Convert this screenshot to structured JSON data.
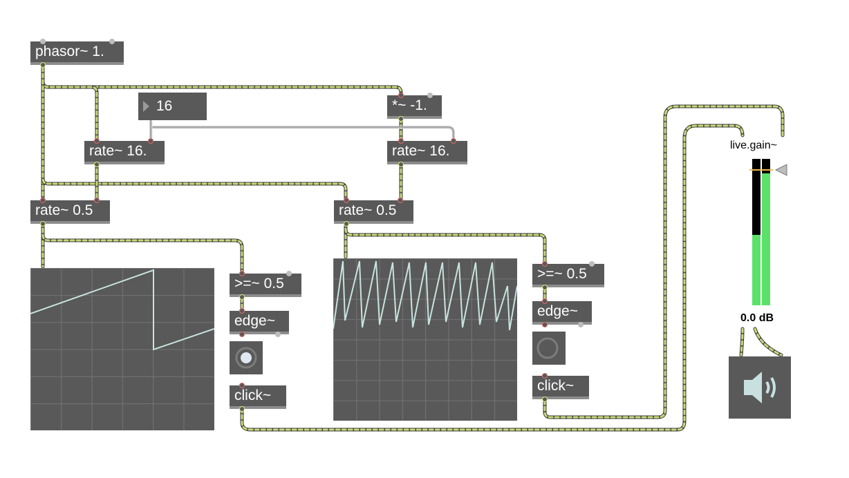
{
  "app": "Max patcher",
  "objects": {
    "phasor": "phasor~ 1.",
    "number_box": "16",
    "mult": "*~ -1.",
    "rate_left_top": "rate~ 16.",
    "rate_right_top": "rate~ 16.",
    "rate_left_mid": "rate~ 0.5",
    "rate_right_mid": "rate~ 0.5",
    "compare_left": ">=~ 0.5",
    "compare_right": ">=~ 0.5",
    "edge_left": "edge~",
    "edge_right": "edge~",
    "click_left": "click~",
    "click_right": "click~"
  },
  "live_gain": {
    "label": "live.gain~",
    "value": "0.0 dB",
    "level_left": 0.48,
    "level_right": 0.9
  },
  "colors": {
    "object_bg": "#595959",
    "signal_cord": "#c7d97a",
    "control_cord": "#a8a8a8",
    "meter_green": "#5be16a",
    "scope_trace": "#c8e4e0"
  },
  "icons": {
    "dac": "speaker-icon"
  }
}
